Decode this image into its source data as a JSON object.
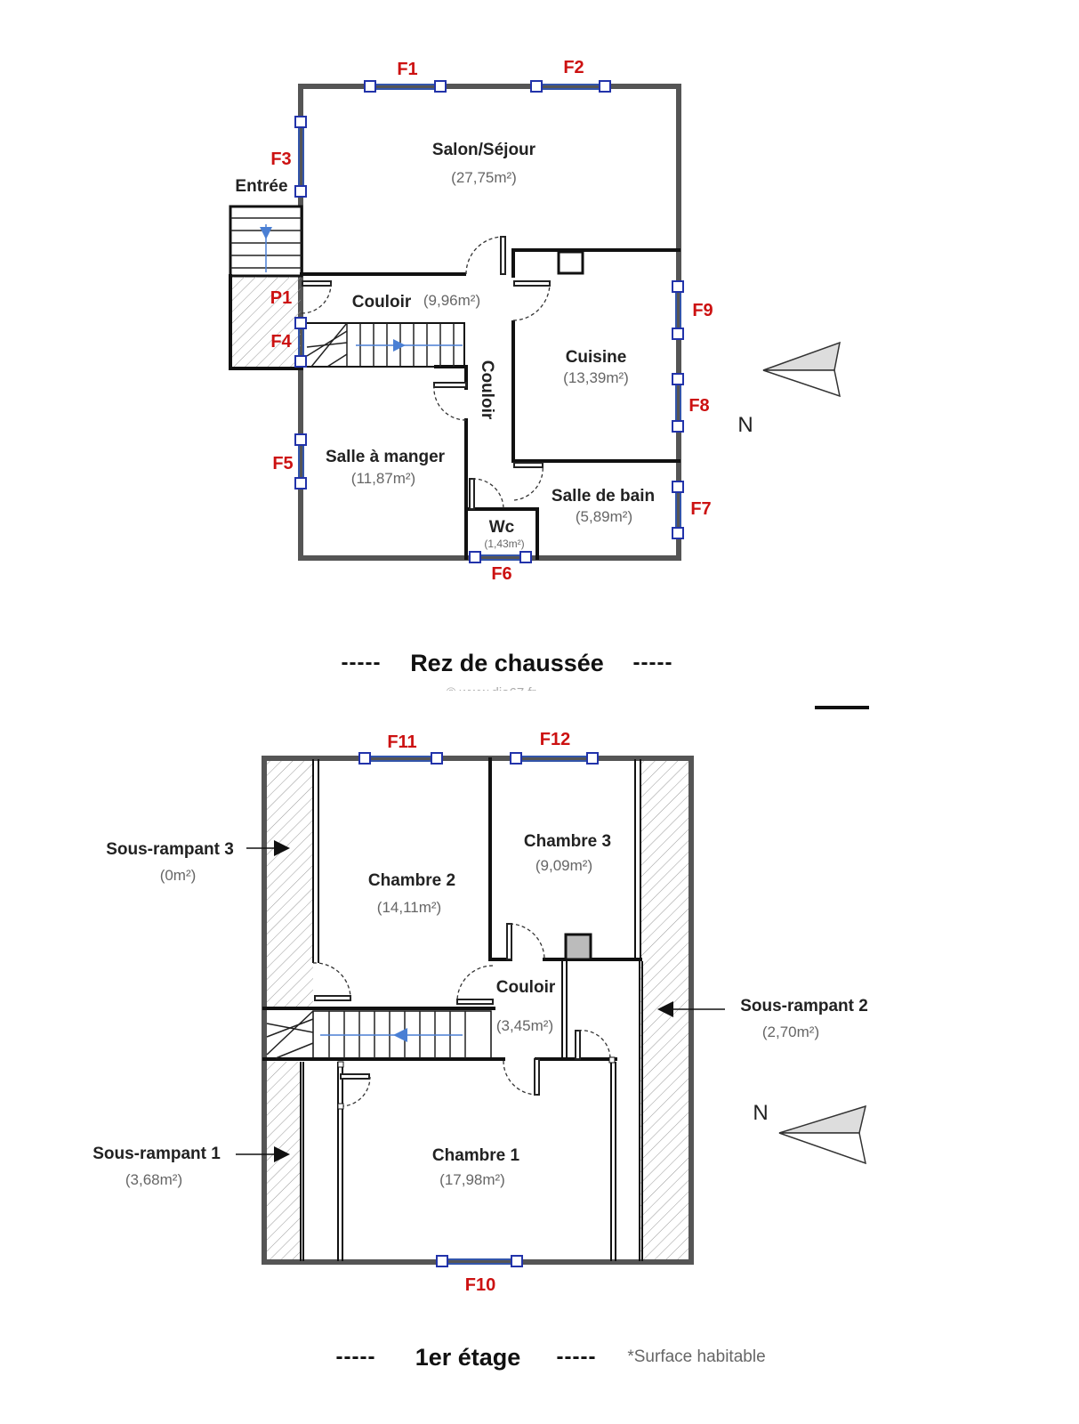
{
  "ground_floor": {
    "title": "Rez de chaussée",
    "separator": "-----",
    "watermark": "© www.dia67.fr",
    "rooms": [
      {
        "name": "Salon/Séjour",
        "area": "(27,75m²)"
      },
      {
        "name": "Couloir",
        "area": "(9,96m²)"
      },
      {
        "name": "Couloir",
        "area": ""
      },
      {
        "name": "Cuisine",
        "area": "(13,39m²)"
      },
      {
        "name": "Salle à manger",
        "area": "(11,87m²)"
      },
      {
        "name": "Salle de bain",
        "area": "(5,89m²)"
      },
      {
        "name": "Wc",
        "area": "(1,43m²)"
      },
      {
        "name": "Entrée",
        "area": ""
      }
    ],
    "openings": [
      "F1",
      "F2",
      "F3",
      "P1",
      "F4",
      "F5",
      "F6",
      "F7",
      "F8",
      "F9"
    ],
    "compass": "N"
  },
  "first_floor": {
    "title": "1er étage",
    "separator": "-----",
    "note": "*Surface habitable",
    "rooms": [
      {
        "name": "Chambre 2",
        "area": "(14,11m²)"
      },
      {
        "name": "Chambre 3",
        "area": "(9,09m²)"
      },
      {
        "name": "Couloir",
        "area": "(3,45m²)"
      },
      {
        "name": "Chambre 1",
        "area": "(17,98m²)"
      },
      {
        "name": "Sous-rampant 3",
        "area": "(0m²)"
      },
      {
        "name": "Sous-rampant 2",
        "area": "(2,70m²)"
      },
      {
        "name": "Sous-rampant 1",
        "area": "(3,68m²)"
      }
    ],
    "openings": [
      "F11",
      "F12",
      "F10"
    ],
    "compass": "N"
  },
  "colors": {
    "opening_labels": "#cc1111",
    "windows": "#2233aa",
    "stair_arrow": "#4a7fd4"
  }
}
